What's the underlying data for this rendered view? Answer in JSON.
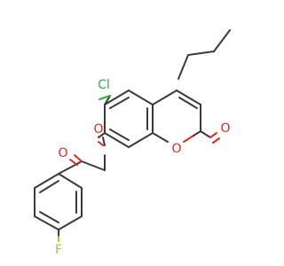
{
  "molecule": {
    "atoms": {
      "chlorine": {
        "symbol": "Cl",
        "color": "#2fb13c"
      },
      "ether_oxygen": {
        "symbol": "O",
        "color": "#e0271f"
      },
      "ring_oxygen": {
        "symbol": "O",
        "color": "#e0271f"
      },
      "lactone_carbonyl_oxygen": {
        "symbol": "O",
        "color": "#e0271f"
      },
      "ketone_oxygen": {
        "symbol": "O",
        "color": "#e0271f"
      },
      "fluorine": {
        "symbol": "F",
        "color": "#9acd32"
      }
    }
  }
}
